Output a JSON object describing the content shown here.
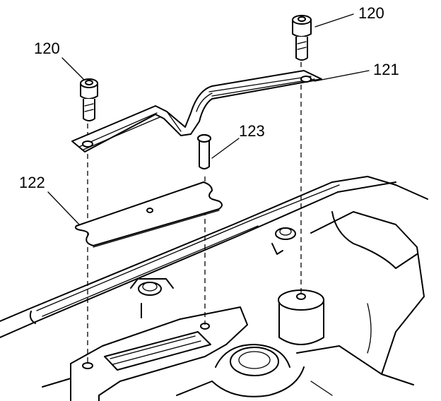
{
  "callouts": {
    "bolt_right": "120",
    "bolt_left": "120",
    "bracket": "121",
    "plate": "122",
    "pin": "123"
  },
  "colors": {
    "ink": "#000000",
    "paper": "#ffffff"
  }
}
